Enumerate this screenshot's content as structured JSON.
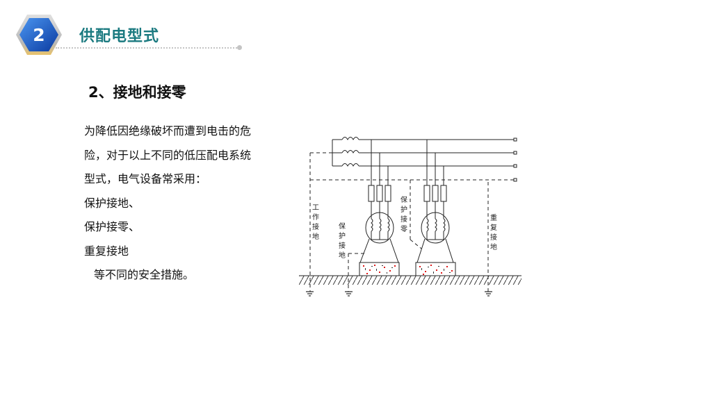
{
  "header": {
    "section_number": "2",
    "section_title": "供配电型式",
    "badge_colors": {
      "fill_top": "#3f8ae8",
      "fill_bottom": "#0f3fa8",
      "border": "#c8c8c8"
    },
    "title_color": "#1b7a80"
  },
  "content": {
    "subheading": "2、接地和接零",
    "paragraph_lines": [
      "为降低因绝缘破坏而遭到电击的危",
      "险，对于以上不同的低压配电系统",
      "型式，电气设备常采用：",
      "保护接地、",
      "保护接零、",
      "重复接地",
      "等不同的安全措施。"
    ]
  },
  "diagram": {
    "labels": {
      "working_ground": "工作接地",
      "protective_ground": "保护接地",
      "protective_neutral": "保护接零",
      "repeated_ground": "重复接地"
    },
    "phase_lines": 3,
    "neutral_line": "dashed",
    "motors": 2
  }
}
